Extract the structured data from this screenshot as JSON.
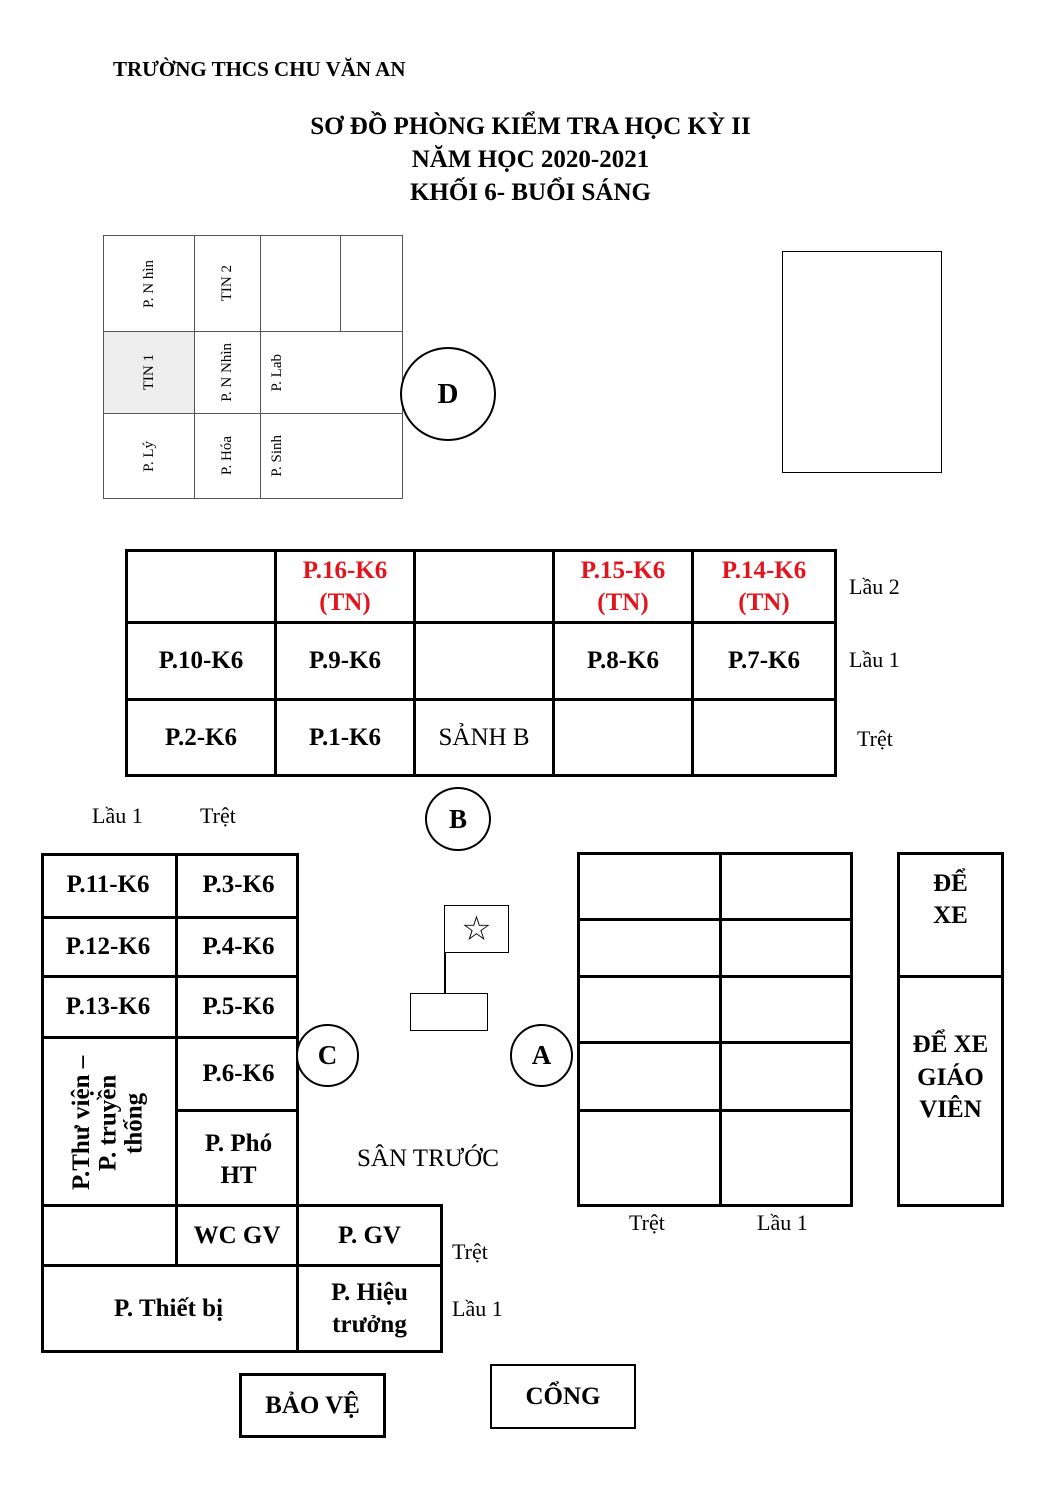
{
  "header": {
    "school": "TRƯỜNG THCS CHU VĂN AN",
    "title_line1": "SƠ ĐỒ PHÒNG KIỂM TRA HỌC KỲ II",
    "title_line2": "NĂM HỌC 2020-2021",
    "title_line3": "KHỐI 6- BUỔI SÁNG"
  },
  "block_d": {
    "p_nhin_top": "P. N hìn",
    "tin2": "TIN 2",
    "tin1": "TIN 1",
    "p_n_nhin": "P. N Nhìn",
    "p_lab": "P. Lab",
    "p_ly": "P. Lý",
    "p_hoa": "P. Hóa",
    "p_sinh": "P. Sinh",
    "label": "D"
  },
  "block_b": {
    "r_p16": "P.16-K6 (TN)",
    "r_p15": "P.15-K6 (TN)",
    "r_p14": "P.14-K6 (TN)",
    "r_p10": "P.10-K6",
    "r_p9": "P.9-K6",
    "r_p8": "P.8-K6",
    "r_p7": "P.7-K6",
    "r_p2": "P.2-K6",
    "r_p1": "P.1-K6",
    "sanh": "SẢNH B",
    "floor_lau2": "Lầu 2",
    "floor_lau1": "Lầu 1",
    "floor_tret": "Trệt",
    "label": "B"
  },
  "block_c": {
    "col_lau1": "Lầu 1",
    "col_tret": "Trệt",
    "p11": "P.11-K6",
    "p3": "P.3-K6",
    "p12": "P.12-K6",
    "p4": "P.4-K6",
    "p13": "P.13-K6",
    "p5": "P.5-K6",
    "p6": "P.6-K6",
    "thu_vien": "P.Thư viện – P. truyền thống",
    "pho_ht": "P. Phó HT",
    "wc_gv": "WC GV",
    "p_gv": "P. GV",
    "thiet_bi": "P. Thiết bị",
    "hieu_truong": "P. Hiệu trưởng",
    "floor_tret": "Trệt",
    "floor_lau1": "Lầu 1",
    "label": "C"
  },
  "yard": {
    "san_truoc": "SÂN TRƯỚC",
    "star": "☆"
  },
  "block_a": {
    "label": "A",
    "col_tret": "Trệt",
    "col_lau1": "Lầu 1"
  },
  "parking": {
    "de_xe": "ĐỂ XE",
    "de_xe_gv": "ĐỂ XE GIÁO VIÊN"
  },
  "gate": {
    "bao_ve": "BẢO VỆ",
    "cong": "CỔNG"
  }
}
